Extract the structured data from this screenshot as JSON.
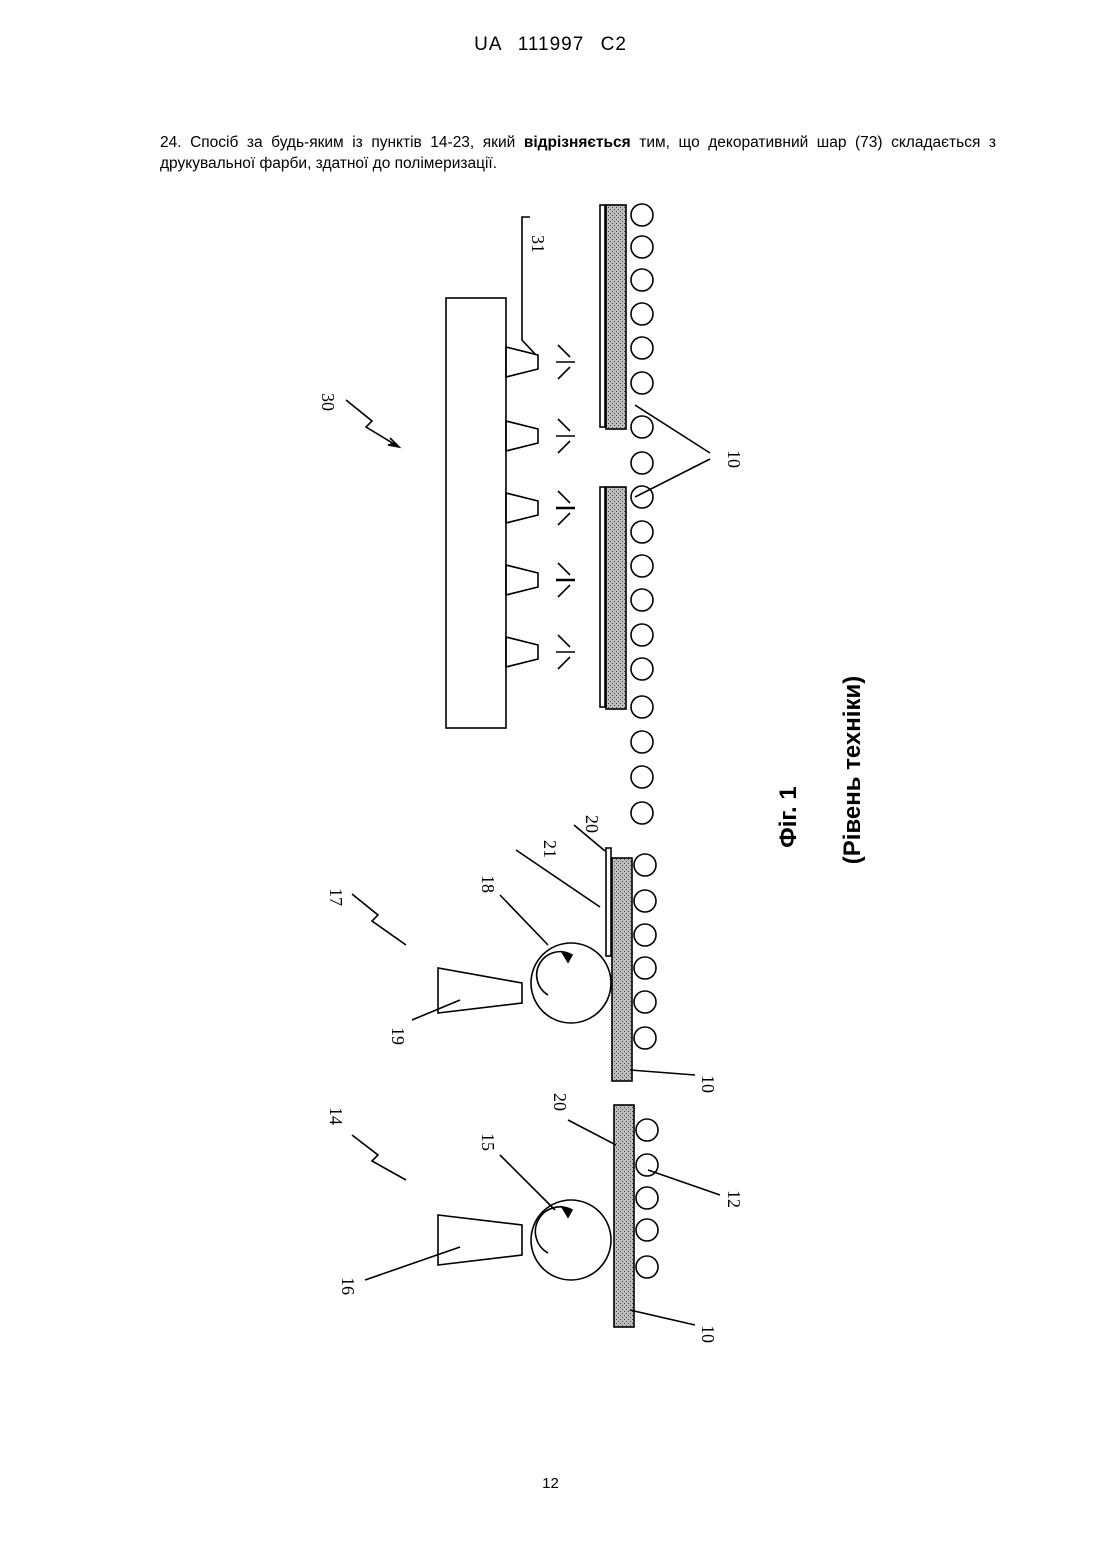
{
  "header": {
    "office": "UA",
    "number": "111997",
    "kind": "C2"
  },
  "claim": {
    "lead": "24. Спосіб за будь-яким із пунктів 14-23, який",
    "keyword": "відрізняється",
    "rest": "тим, що декоративний шар (73) складається з друкувальної фарби, здатної до полімеризації."
  },
  "figure": {
    "caption_title": "Фіг. 1",
    "caption_subtitle": "(Рівень техніки)",
    "labels": {
      "l30": "30",
      "l31": "31",
      "l10_top": "10",
      "l17": "17",
      "l18": "18",
      "l19": "19",
      "l20_mid": "20",
      "l21": "21",
      "l10_mid": "10",
      "l14": "14",
      "l15": "15",
      "l16": "16",
      "l20_bot": "20",
      "l12": "12",
      "l10_bot": "10"
    }
  },
  "footer": {
    "page_number": "12"
  }
}
